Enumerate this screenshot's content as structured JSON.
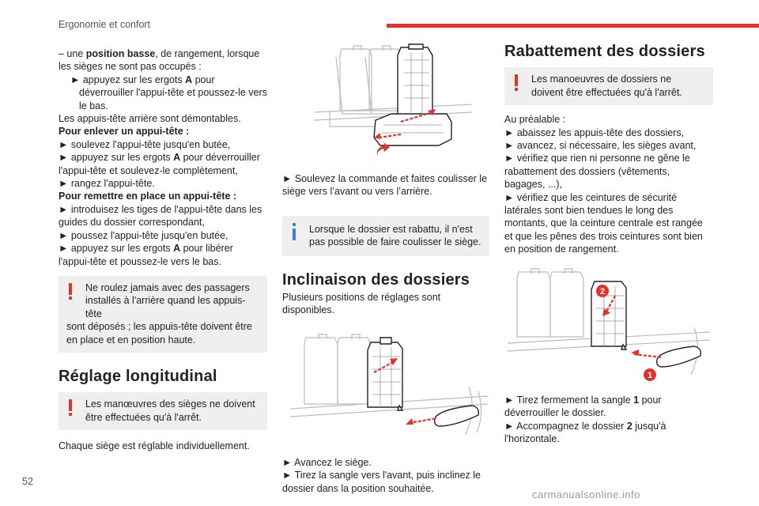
{
  "header": {
    "section": "Ergonomie et confort",
    "accent": "#e4312b"
  },
  "page_number": "52",
  "watermark": "carmanualsonline.info",
  "col1": {
    "intro_prefix": "– une ",
    "intro_bold": "position basse",
    "intro_suffix": ", de rangement, lorsque les sièges ne sont pas occupés :",
    "step1_prefix": "► appuyez sur les ergots ",
    "step1_bold": "A",
    "step1_suffix": " pour déverrouiller l'appui-tête et poussez-le vers le bas.",
    "removable": "Les appuis-tête arrière sont démontables.",
    "remove_title": "Pour enlever un appui-tête :",
    "remove_step1": "► soulevez l'appui-tête jusqu'en butée,",
    "remove_step2_prefix": "► appuyez sur les ergots ",
    "remove_step2_bold": "A",
    "remove_step2_suffix": " pour déverrouiller l'appui-tête et soulevez-le complètement,",
    "remove_step3": "► rangez l'appui-tête.",
    "refit_title": "Pour remettre en place un appui-tête :",
    "refit_step1": "► introduisez les tiges de l'appui-tête dans les guides du dossier correspondant,",
    "refit_step2": "► poussez l'appui-tête jusqu'en butée,",
    "refit_step3_prefix": "► appuyez sur les ergots ",
    "refit_step3_bold": "A",
    "refit_step3_suffix": " pour libérer l'appui-tête et poussez-le vers le bas.",
    "warning1_first": "Ne roulez jamais avec des passagers installés à l'arrière quand les appuis-tête",
    "warning1_rest": "sont déposés ; les appuis-tête doivent être en place et en position haute.",
    "heading": "Réglage longitudinal",
    "warning2_first": "Les manœuvres des sièges ne doivent être effectuées qu'à l'arrêt.",
    "individual": "Chaque siège est réglable individuellement."
  },
  "col2": {
    "slide": "► Soulevez la commande et faites coulisser le siège vers l’avant ou vers l’arrière.",
    "info": "Lorsque le dossier est rabattu, il n'est pas possible de faire coulisser le siège.",
    "heading": "Inclinaison des dossiers",
    "positions": "Plusieurs positions de réglages sont disponibles.",
    "step1": "► Avancez le siège.",
    "step2": "► Tirez la sangle vers l'avant, puis inclinez le dossier dans la position souhaitée."
  },
  "col3": {
    "heading": "Rabattement des dossiers",
    "warning": "Les manoeuvres de dossiers ne doivent être effectuées qu'à l'arrêt.",
    "prelim": "Au préalable :",
    "p1": "► abaissez les appuis-tête des dossiers,",
    "p2": "► avancez, si nécessaire, les sièges avant,",
    "p3": "► vérifiez que rien ni personne ne gêne le rabattement des dossiers (vêtements, bagages, ...),",
    "p4": "► vérifiez que les ceintures de sécurité latérales sont bien tendues le long des montants, que la ceinture centrale est rangée et que les pênes des trois ceintures sont bien en position de rangement.",
    "callout1": "1",
    "callout2": "2",
    "step1_prefix": "► Tirez fermement la sangle ",
    "step1_bold": "1",
    "step1_suffix": " pour déverrouiller le dossier.",
    "step2_prefix": "► Accompagnez le dossier ",
    "step2_bold": "2",
    "step2_suffix": " jusqu'à l'horizontale."
  }
}
